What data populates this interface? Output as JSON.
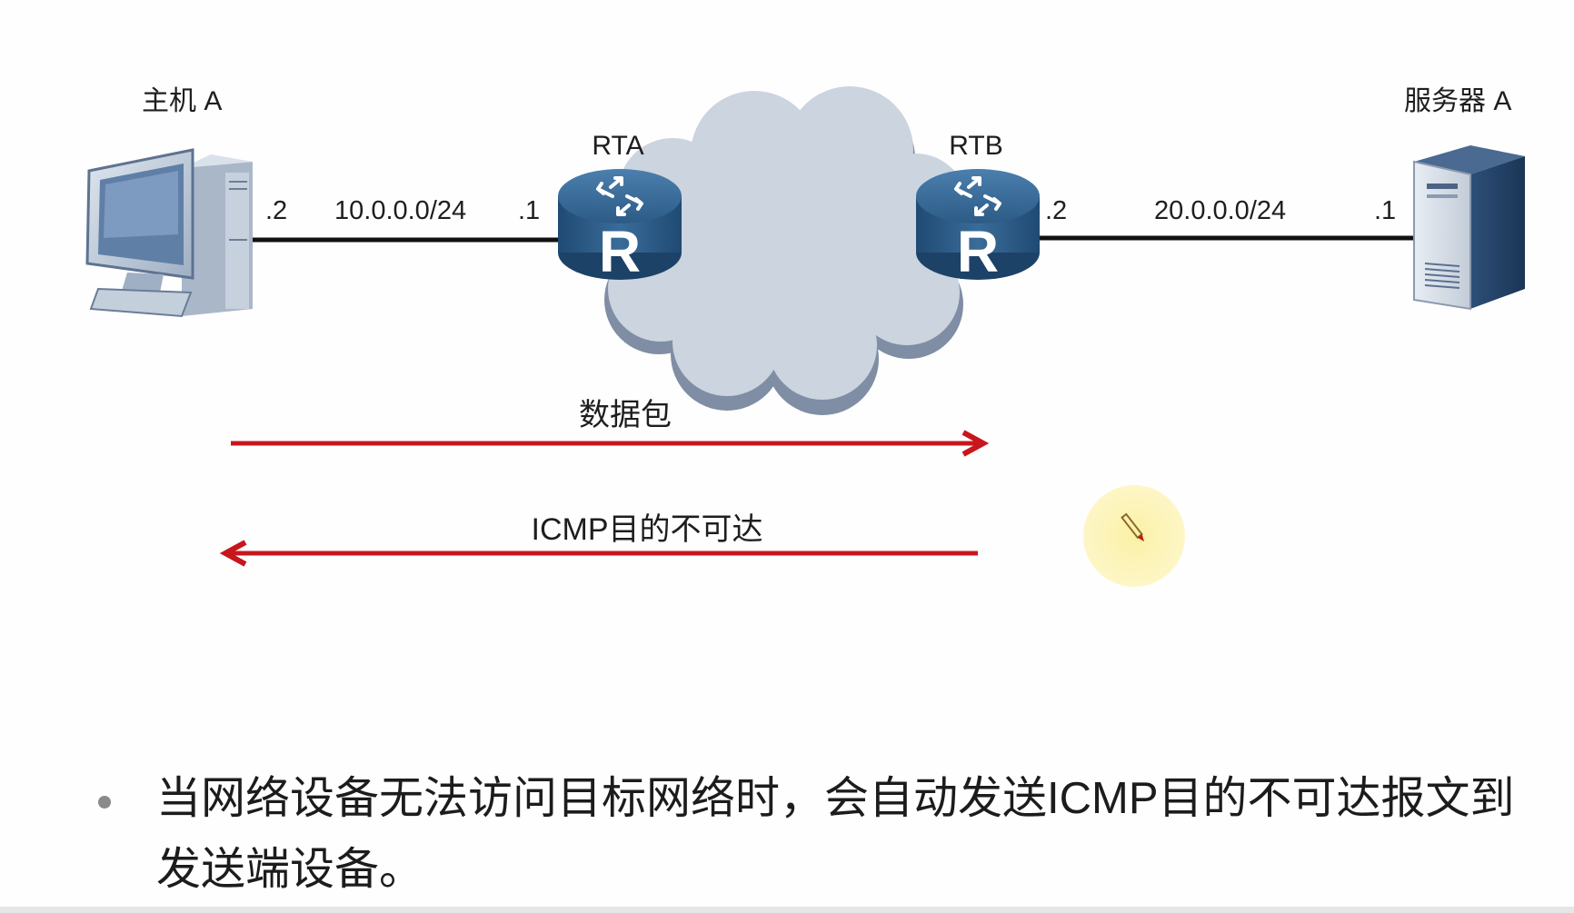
{
  "nodes": {
    "host": {
      "label": "主机 A"
    },
    "rta": {
      "label": "RTA",
      "glyph": "R"
    },
    "rtb": {
      "label": "RTB",
      "glyph": "R"
    },
    "server": {
      "label": "服务器 A"
    }
  },
  "links": {
    "left": {
      "network": "10.0.0.0/24",
      "host_if": ".2",
      "router_if": ".1"
    },
    "right": {
      "network": "20.0.0.0/24",
      "router_if": ".2",
      "server_if": ".1"
    }
  },
  "flows": {
    "forward": {
      "label": "数据包",
      "direction": "right"
    },
    "reply": {
      "label": "ICMP目的不可达",
      "direction": "left"
    }
  },
  "bullet": {
    "line1": "当网络设备无法访问目标网络时，会自动发送ICMP目的不可达报文到",
    "line2": "发送端设备。"
  },
  "colors": {
    "arrow": "#c8161d",
    "router": "#2f5f8a",
    "cloud": "#c9d3df",
    "link": "#111111",
    "cursor_halo": "#fbf3b4"
  },
  "icons": {
    "host": "desktop-computer-icon",
    "server": "tower-server-icon",
    "router": "router-icon",
    "cloud": "network-cloud-icon",
    "cursor": "pen-cursor-icon"
  }
}
